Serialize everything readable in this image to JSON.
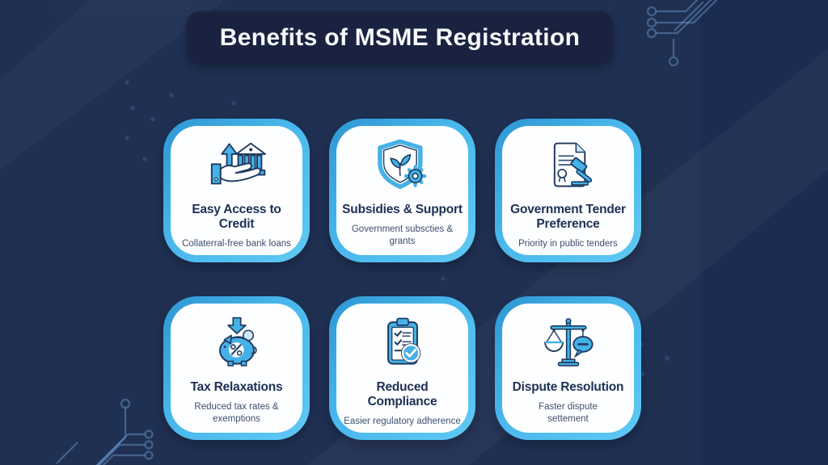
{
  "banner": {
    "title": "Benefits of MSME Registration"
  },
  "colors": {
    "background": "#1B2C50",
    "banner_bg": "#192340",
    "card_border_blue": "#49B7EC",
    "card_bg": "#FDFEFF",
    "icon_blue": "#45B1E6",
    "icon_outline": "#1E3A5F",
    "title_text": "#F7F9FC",
    "card_title_text": "#1C3054",
    "card_subtitle_text": "#3E4E6C",
    "circuit_line": "rgba(130,180,235,0.38)"
  },
  "cards": [
    {
      "icon": "bank-hand-credit-icon",
      "title": "Easy Access to Credit",
      "subtitle": "Collaterral-free bank loans"
    },
    {
      "icon": "shield-leaf-gear-icon",
      "title": "Subsidies & Support",
      "subtitle": "Government subscties & grants"
    },
    {
      "icon": "document-gavel-icon",
      "title": "Government Tender Preference",
      "subtitle": "Priority in public tenders"
    },
    {
      "icon": "piggy-bank-percent-icon",
      "title": "Tax Relaxations",
      "subtitle": "Reduced tax rates &\nexemptions"
    },
    {
      "icon": "clipboard-checklist-icon",
      "title": "Reduced Compliance",
      "subtitle": "Easier regulatory adherence"
    },
    {
      "icon": "balance-scale-chat-icon",
      "title": "Dispute Resolution",
      "subtitle": "Faster dispute\nsettement"
    }
  ],
  "decorations": {
    "top_right": "circuit-pattern",
    "bottom_left": "circuit-pattern",
    "dots": "dot-grid"
  }
}
